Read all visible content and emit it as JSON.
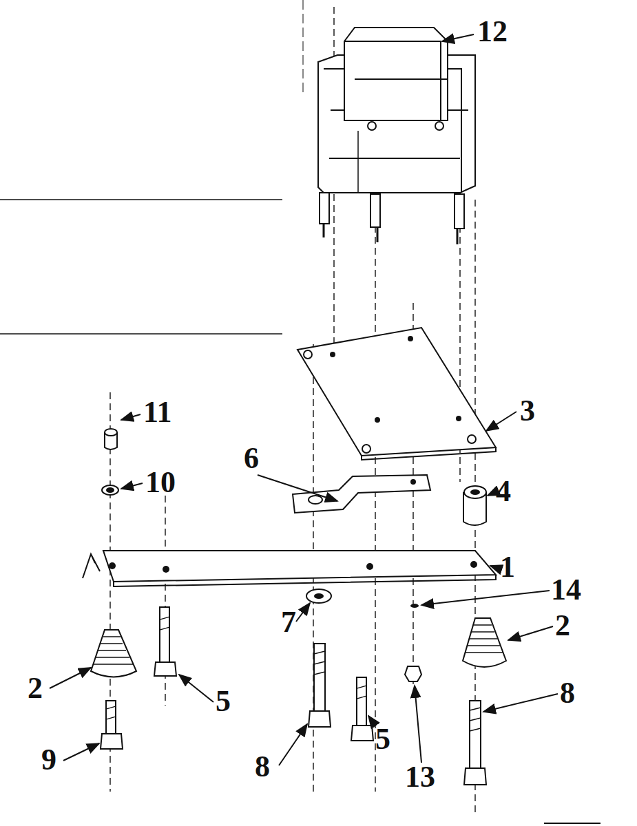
{
  "diagram": {
    "labels": [
      "12",
      "11",
      "3",
      "6",
      "10",
      "4",
      "1",
      "14",
      "7",
      "2",
      "2",
      "8",
      "5",
      "5",
      "9",
      "8",
      "13"
    ]
  }
}
